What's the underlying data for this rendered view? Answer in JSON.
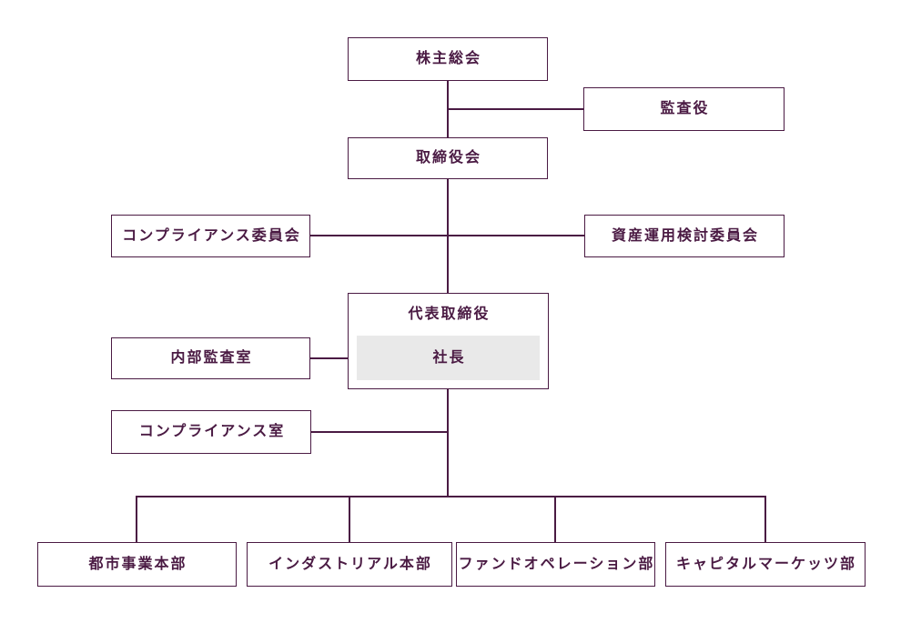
{
  "chart": {
    "type": "org-chart",
    "colors": {
      "line_color": "#4a1a43",
      "box_bg": "#ffffff",
      "highlight_bg": "#e9e9e9",
      "page_bg": "#ffffff"
    },
    "nodes": {
      "shareholders_meeting": {
        "label": "株主総会"
      },
      "auditor": {
        "label": "監査役"
      },
      "board_of_directors": {
        "label": "取締役会"
      },
      "compliance_committee": {
        "label": "コンプライアンス委員会"
      },
      "asset_management_committee": {
        "label": "資産運用検討委員会"
      },
      "representative_director": {
        "label": "代表取締役",
        "sub_label": "社長"
      },
      "internal_audit_office": {
        "label": "内部監査室"
      },
      "compliance_office": {
        "label": "コンプライアンス室"
      },
      "urban_business_division": {
        "label": "都市事業本部"
      },
      "industrial_division": {
        "label": "インダストリアル本部"
      },
      "fund_operation_department": {
        "label": "ファンドオペレーション部"
      },
      "capital_markets_department": {
        "label": "キャピタルマーケッツ部"
      }
    }
  }
}
